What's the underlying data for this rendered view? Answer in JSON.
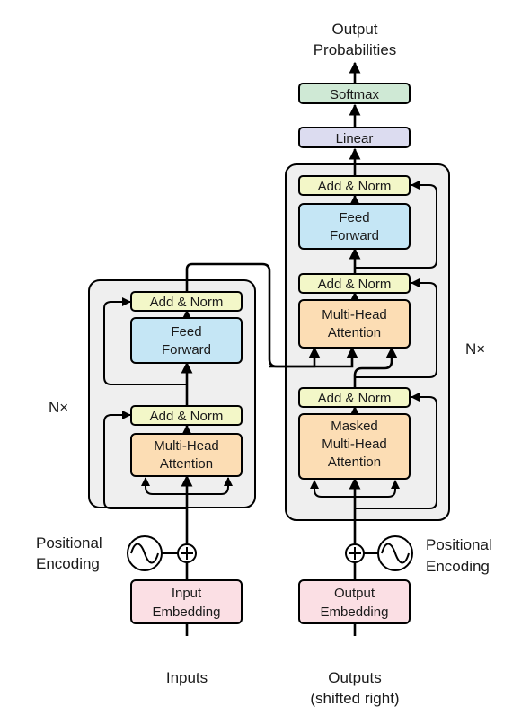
{
  "encoder": {
    "add_norm_top": "Add & Norm",
    "feed_forward_l1": "Feed",
    "feed_forward_l2": "Forward",
    "add_norm_bottom": "Add & Norm",
    "mha_l1": "Multi-Head",
    "mha_l2": "Attention",
    "nx": "N×",
    "positional_l1": "Positional",
    "positional_l2": "Encoding",
    "embedding_l1": "Input",
    "embedding_l2": "Embedding",
    "inputs": "Inputs"
  },
  "decoder": {
    "output_probs_l1": "Output",
    "output_probs_l2": "Probabilities",
    "softmax": "Softmax",
    "linear": "Linear",
    "add_norm_ff": "Add & Norm",
    "feed_forward_l1": "Feed",
    "feed_forward_l2": "Forward",
    "add_norm_mha": "Add & Norm",
    "mha_l1": "Multi-Head",
    "mha_l2": "Attention",
    "add_norm_masked": "Add & Norm",
    "masked_l1": "Masked",
    "masked_l2": "Multi-Head",
    "masked_l3": "Attention",
    "nx": "N×",
    "positional_l1": "Positional",
    "positional_l2": "Encoding",
    "embedding_l1": "Output",
    "embedding_l2": "Embedding",
    "outputs_l1": "Outputs",
    "outputs_l2": "(shifted right)"
  },
  "colors": {
    "add_norm": "#f3f7c8",
    "feed_forward": "#c5e6f5",
    "attention": "#fcddb4",
    "embedding": "#fbdfe4",
    "softmax": "#cfe9d5",
    "linear": "#dcdcf0",
    "stack_bg": "#efefef"
  }
}
